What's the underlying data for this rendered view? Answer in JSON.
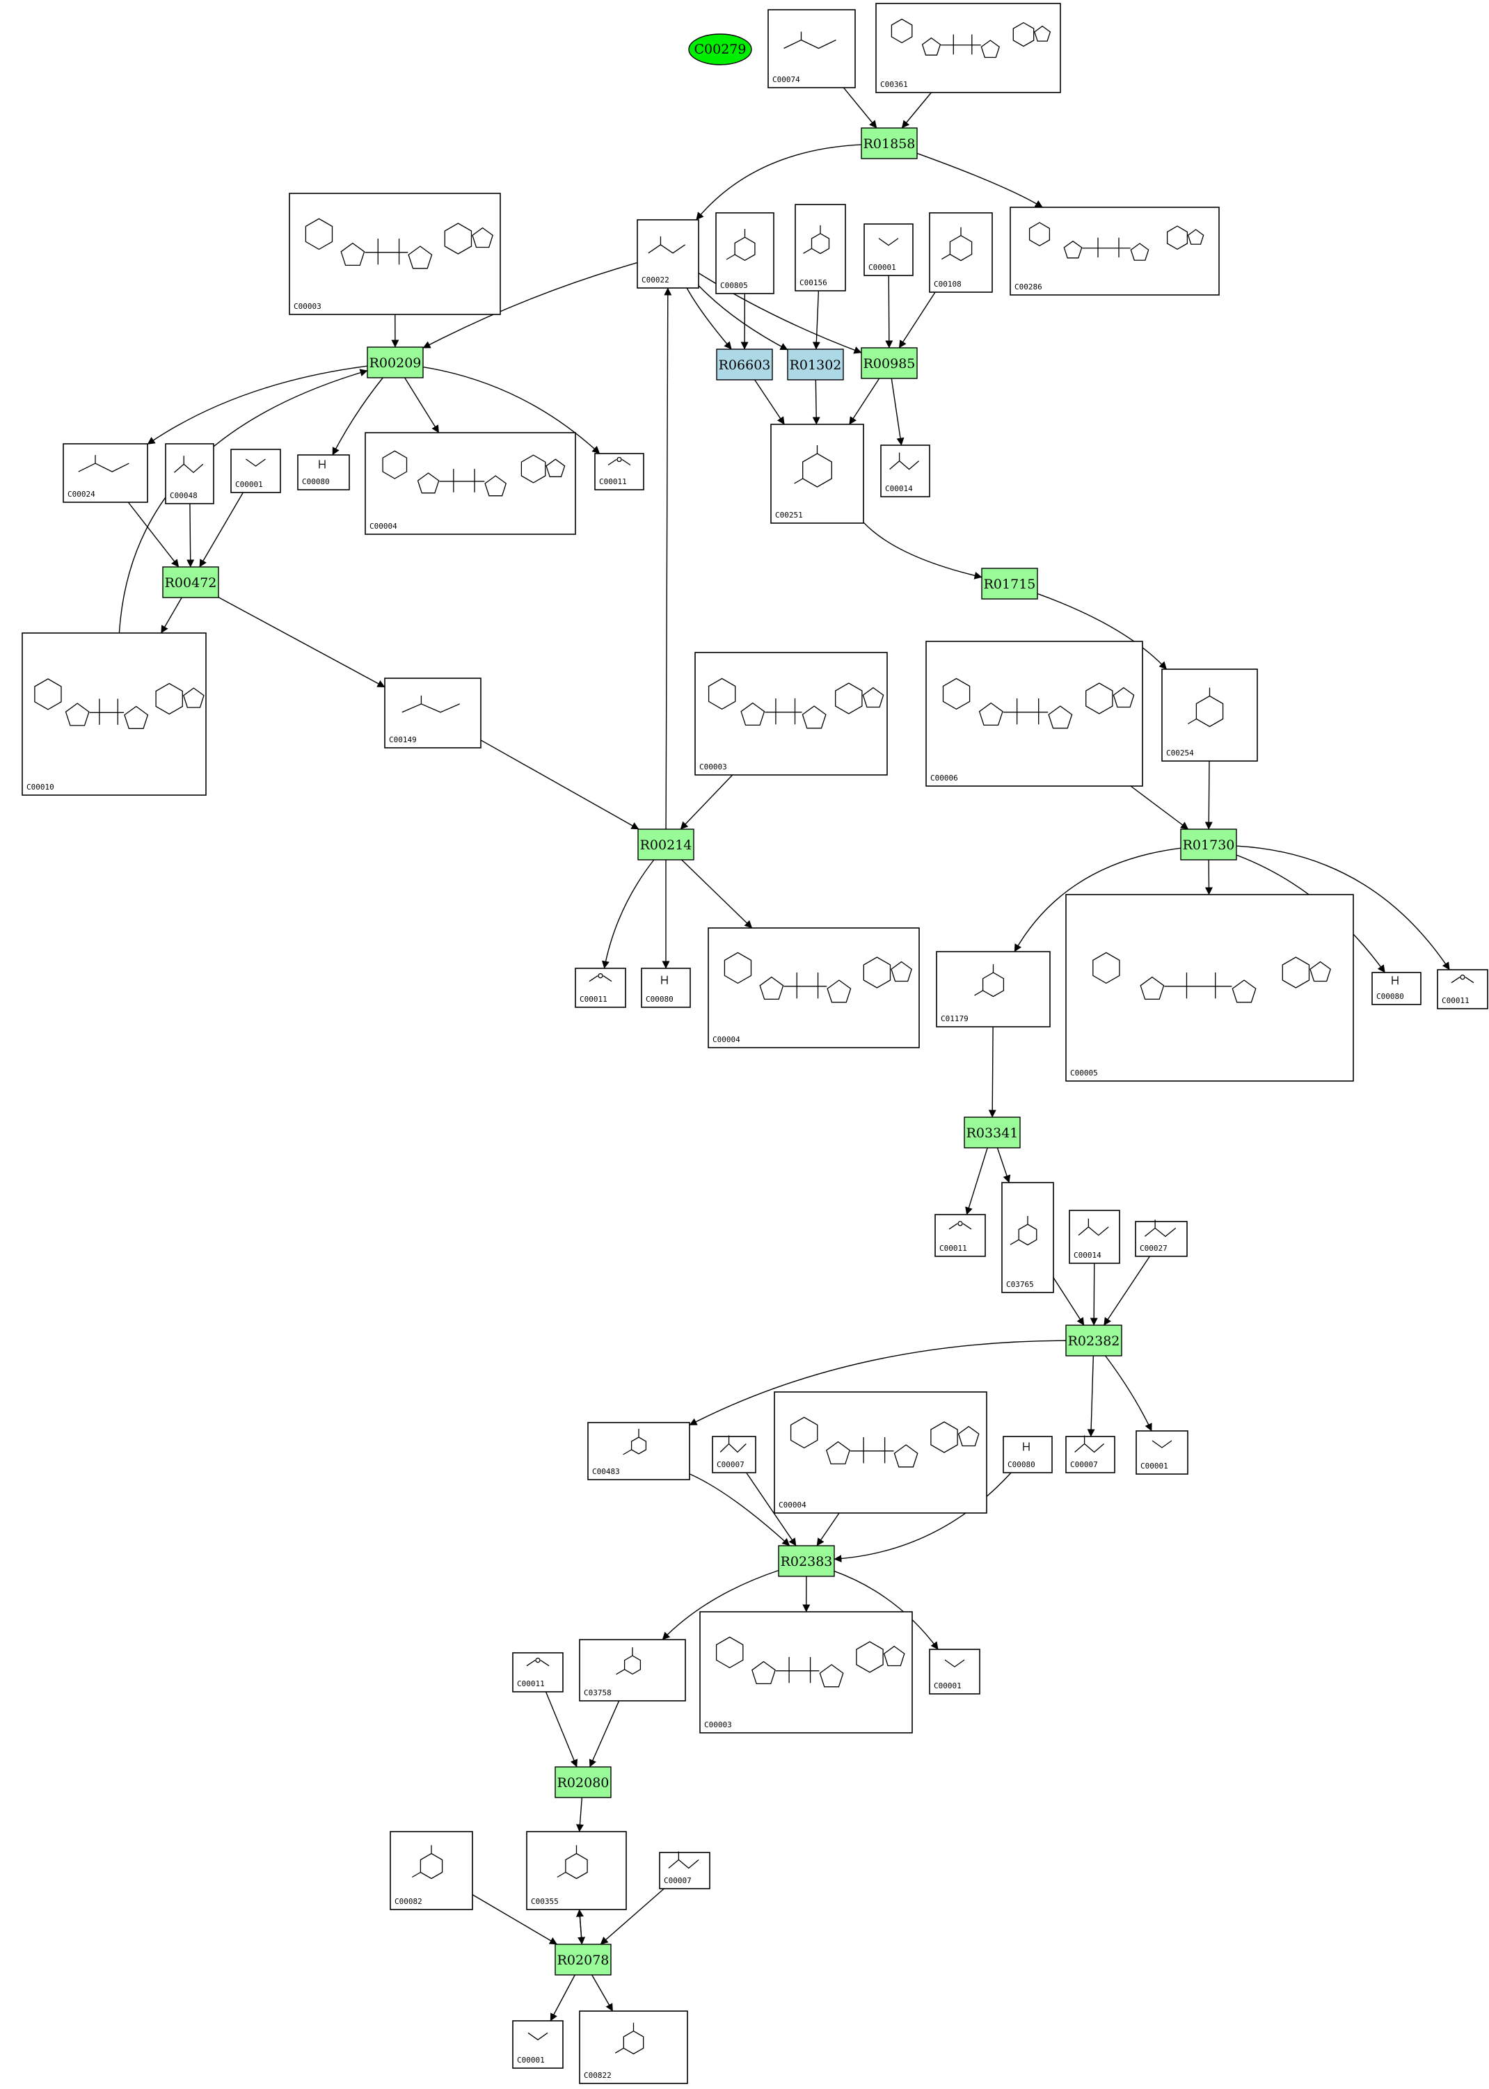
{
  "colors": {
    "reaction_green": "#98fb98",
    "reaction_blue": "#add8e6",
    "compound_highlight": "#00ee00",
    "edge": "#000000"
  },
  "highlight": {
    "id": "C00279"
  },
  "compounds": [
    {
      "id": "C00074",
      "formula": "H2C=C(COOH)-O-PO3H2"
    },
    {
      "id": "C00361",
      "formula": "dGDP"
    },
    {
      "id": "C00003",
      "formula": "NAD+"
    },
    {
      "id": "C00022",
      "formula": "CH3-CO-COOH"
    },
    {
      "id": "C00805",
      "formula": "salicylate"
    },
    {
      "id": "C00156",
      "formula": "4-hydroxybenzoate"
    },
    {
      "id": "C00001",
      "formula": "H2O"
    },
    {
      "id": "C00108",
      "formula": "anthranilate"
    },
    {
      "id": "C00286",
      "formula": "dGTP"
    },
    {
      "id": "C00024",
      "formula": "CH3-CO-S-CoA"
    },
    {
      "id": "C00048",
      "formula": "OHC-COOH"
    },
    {
      "id": "C00001b",
      "display": "C00001",
      "formula": "H2O"
    },
    {
      "id": "C00080",
      "formula": "H+"
    },
    {
      "id": "C00004",
      "formula": "NADH"
    },
    {
      "id": "C00011",
      "formula": "O=C=O"
    },
    {
      "id": "C00014",
      "formula": "NH3"
    },
    {
      "id": "C00251",
      "formula": "chorismate"
    },
    {
      "id": "C00010",
      "formula": "CoA"
    },
    {
      "id": "C00149",
      "formula": "malate"
    },
    {
      "id": "C00003b",
      "display": "C00003",
      "formula": "NAD+"
    },
    {
      "id": "C00006",
      "formula": "NADP+"
    },
    {
      "id": "C00254",
      "formula": "prephenate"
    },
    {
      "id": "C00011b",
      "display": "C00011",
      "formula": "O=C=O"
    },
    {
      "id": "C00080b",
      "display": "C00080",
      "formula": "H+"
    },
    {
      "id": "C00004b",
      "display": "C00004",
      "formula": "NADH"
    },
    {
      "id": "C01179",
      "formula": "4-hydroxyphenylpyruvate"
    },
    {
      "id": "C00005",
      "formula": "NADPH"
    },
    {
      "id": "C00080c",
      "display": "C00080",
      "formula": "H+"
    },
    {
      "id": "C00011c",
      "display": "C00011",
      "formula": "O=C=O"
    },
    {
      "id": "C00011d",
      "display": "C00011",
      "formula": "O=C=O"
    },
    {
      "id": "C03765",
      "formula": "4-hydroxyphenylacetaldehyde"
    },
    {
      "id": "C00014b",
      "display": "C00014",
      "formula": "NH3"
    },
    {
      "id": "C00027",
      "formula": "HO-OH"
    },
    {
      "id": "C00483",
      "formula": "tyramine"
    },
    {
      "id": "C00007",
      "formula": "O=O"
    },
    {
      "id": "C00004c",
      "display": "C00004",
      "formula": "NADH"
    },
    {
      "id": "C00080d",
      "display": "C00080",
      "formula": "H+"
    },
    {
      "id": "C00007b",
      "display": "C00007",
      "formula": "O=O"
    },
    {
      "id": "C00001c",
      "display": "C00001",
      "formula": "H2O"
    },
    {
      "id": "C00011e",
      "display": "C00011",
      "formula": "O=C=O"
    },
    {
      "id": "C03758",
      "formula": "dopamine"
    },
    {
      "id": "C00003c",
      "display": "C00003",
      "formula": "NAD+"
    },
    {
      "id": "C00001d",
      "display": "C00001",
      "formula": "H2O"
    },
    {
      "id": "C00082",
      "formula": "tyrosine"
    },
    {
      "id": "C00355",
      "formula": "L-DOPA"
    },
    {
      "id": "C00007c",
      "display": "C00007",
      "formula": "O=O"
    },
    {
      "id": "C00001e",
      "display": "C00001",
      "formula": "H2O"
    },
    {
      "id": "C00822",
      "formula": "dopaquinone"
    }
  ],
  "reactions": [
    {
      "id": "R01858",
      "type": "green"
    },
    {
      "id": "R00209",
      "type": "green"
    },
    {
      "id": "R06603",
      "type": "blue"
    },
    {
      "id": "R01302",
      "type": "blue"
    },
    {
      "id": "R00985",
      "type": "green"
    },
    {
      "id": "R00472",
      "type": "green"
    },
    {
      "id": "R01715",
      "type": "green"
    },
    {
      "id": "R00214",
      "type": "green"
    },
    {
      "id": "R01730",
      "type": "green"
    },
    {
      "id": "R03341",
      "type": "green"
    },
    {
      "id": "R02382",
      "type": "green"
    },
    {
      "id": "R02383",
      "type": "green"
    },
    {
      "id": "R02080",
      "type": "green"
    },
    {
      "id": "R02078",
      "type": "green"
    }
  ]
}
